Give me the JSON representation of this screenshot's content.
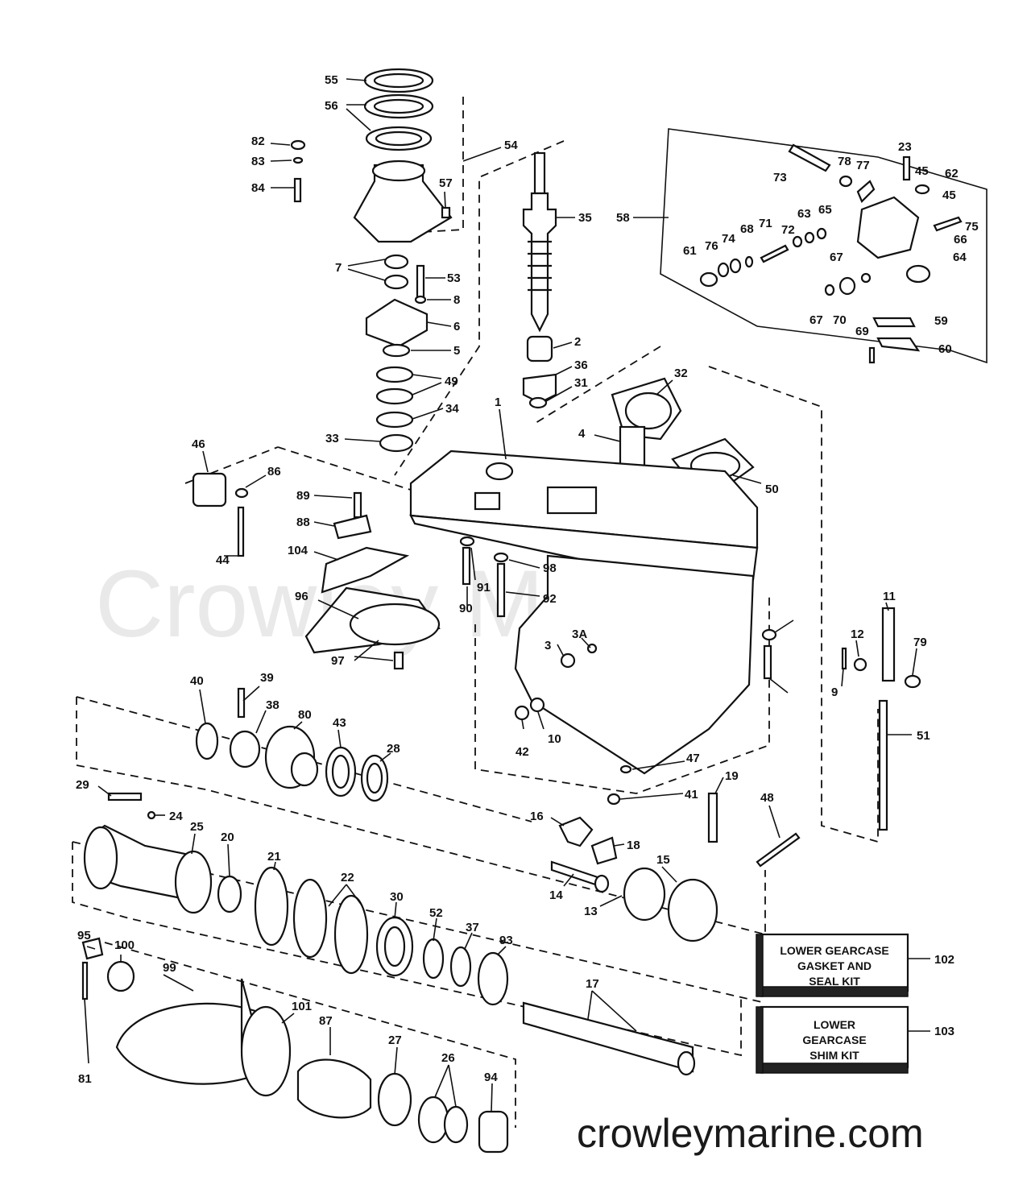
{
  "watermark": "Crowley Marine",
  "site_url": "crowleymarine.com",
  "kits": [
    {
      "lines": [
        "LOWER GEARCASE",
        "GASKET AND",
        "SEAL KIT"
      ],
      "ref": "102"
    },
    {
      "lines": [
        "LOWER",
        "GEARCASE",
        "SHIM KIT"
      ],
      "ref": "103"
    }
  ],
  "callouts": [
    "55",
    "56",
    "82",
    "83",
    "54",
    "84",
    "57",
    "35",
    "58",
    "7",
    "53",
    "8",
    "6",
    "5",
    "49",
    "34",
    "33",
    "2",
    "36",
    "31",
    "32",
    "4",
    "1",
    "46",
    "86",
    "89",
    "88",
    "104",
    "44",
    "50",
    "91",
    "98",
    "92",
    "90",
    "96",
    "97",
    "3",
    "3A",
    "40",
    "39",
    "38",
    "80",
    "43",
    "28",
    "29",
    "24",
    "25",
    "20",
    "21",
    "22",
    "30",
    "52",
    "37",
    "93",
    "95",
    "100",
    "99",
    "101",
    "87",
    "27",
    "26",
    "94",
    "81",
    "17",
    "16",
    "18",
    "14",
    "13",
    "15",
    "19",
    "48",
    "47",
    "41",
    "42",
    "10",
    "11",
    "12",
    "9",
    "79",
    "51",
    "23",
    "45",
    "62",
    "78",
    "77",
    "73",
    "63",
    "65",
    "75",
    "66",
    "61",
    "76",
    "74",
    "68",
    "71",
    "72",
    "67",
    "64",
    "70",
    "59",
    "69",
    "60"
  ]
}
